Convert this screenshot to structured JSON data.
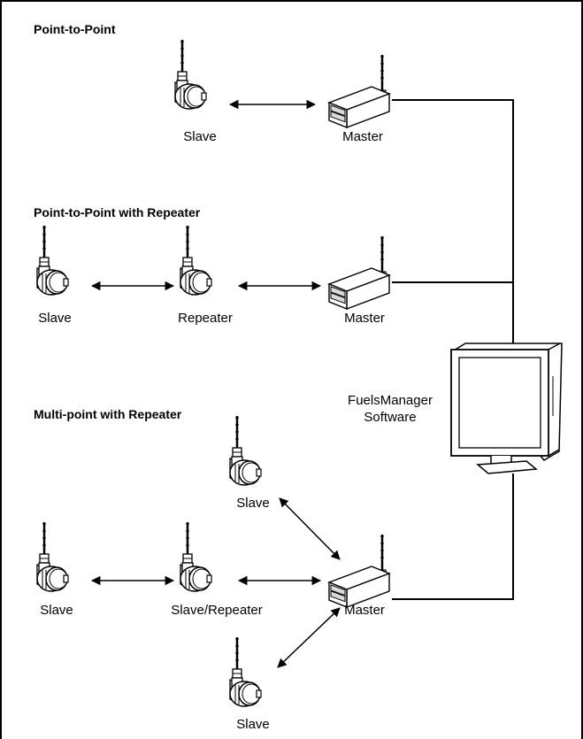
{
  "headings": {
    "p2p": "Point-to-Point",
    "p2p_repeater": "Point-to-Point with Repeater",
    "multipoint": "Multi-point with Repeater"
  },
  "labels": {
    "p2p_slave": "Slave",
    "p2p_master": "Master",
    "rep_slave": "Slave",
    "rep_repeater": "Repeater",
    "rep_master": "Master",
    "mp_slave_top": "Slave",
    "mp_slave_left": "Slave",
    "mp_slave_repeater": "Slave/Repeater",
    "mp_master": "Master",
    "mp_slave_bottom": "Slave"
  },
  "software": {
    "line1": "FuelsManager",
    "line2": "Software"
  },
  "colors": {
    "line": "#000000",
    "device_fill": "#ffffff",
    "device_shade": "#d9d9d9"
  },
  "icons": {
    "slave_device": "radio-transmitter-icon",
    "master_device": "radio-master-box-icon",
    "monitor": "computer-monitor-icon"
  }
}
